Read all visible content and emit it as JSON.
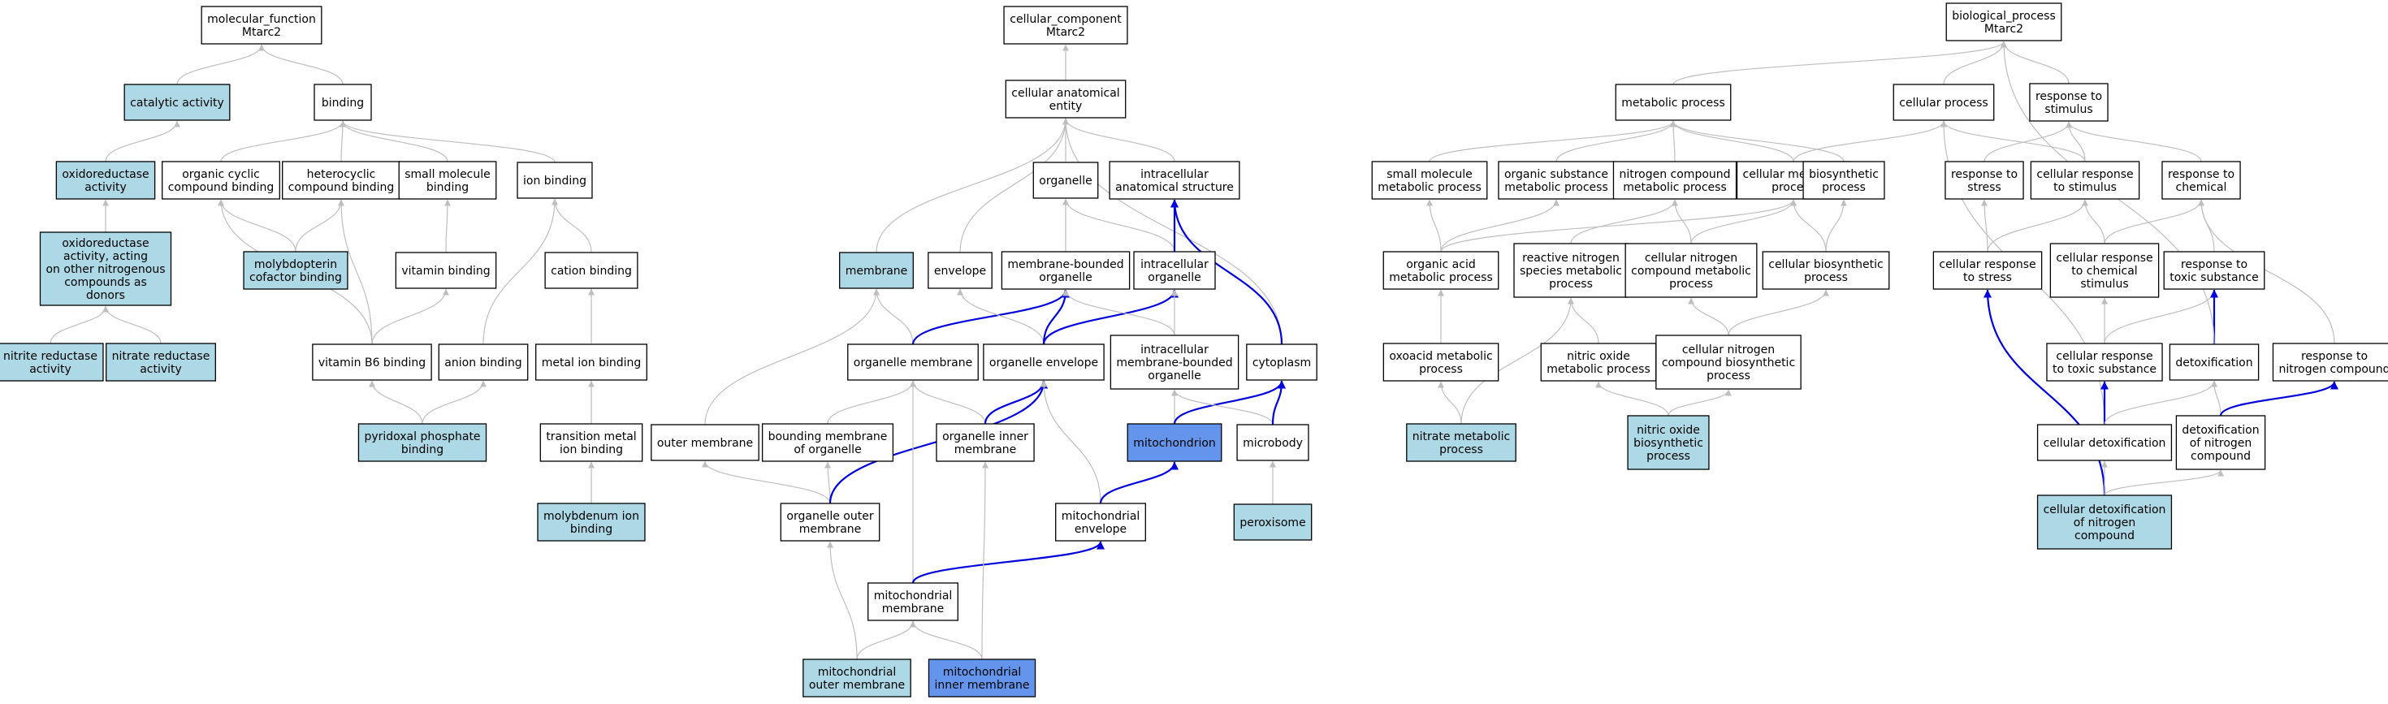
{
  "colors": {
    "default_fill": "#ffffff",
    "light_fill": "#add8e6",
    "dark_fill": "#6495ed",
    "node_stroke": "#000000",
    "edge_gray": "#bebebe",
    "edge_blue": "#0000dd"
  },
  "nodes": [
    {
      "id": "mf_root",
      "label": "molecular_function\nMtarc2",
      "fill": "default_fill"
    },
    {
      "id": "catalytic",
      "label": "catalytic activity",
      "fill": "light_fill"
    },
    {
      "id": "binding",
      "label": "binding",
      "fill": "default_fill"
    },
    {
      "id": "oxidoreductase",
      "label": "oxidoreductase\nactivity",
      "fill": "light_fill"
    },
    {
      "id": "oxido_n",
      "label": "oxidoreductase\nactivity, acting\non other nitrogenous\ncompounds as\ndonors",
      "fill": "light_fill"
    },
    {
      "id": "nitrite_red",
      "label": "nitrite reductase\nactivity",
      "fill": "light_fill"
    },
    {
      "id": "nitrate_red",
      "label": "nitrate reductase\nactivity",
      "fill": "light_fill"
    },
    {
      "id": "org_cyclic",
      "label": "organic cyclic\ncompound binding",
      "fill": "default_fill"
    },
    {
      "id": "heterocyclic",
      "label": "heterocyclic\ncompound binding",
      "fill": "default_fill"
    },
    {
      "id": "small_mol_bind",
      "label": "small molecule\nbinding",
      "fill": "default_fill"
    },
    {
      "id": "ion_binding",
      "label": "ion binding",
      "fill": "default_fill"
    },
    {
      "id": "molybdopterin",
      "label": "molybdopterin\ncofactor binding",
      "fill": "light_fill"
    },
    {
      "id": "vitamin_bind",
      "label": "vitamin binding",
      "fill": "default_fill"
    },
    {
      "id": "cation_bind",
      "label": "cation binding",
      "fill": "default_fill"
    },
    {
      "id": "vitb6",
      "label": "vitamin B6 binding",
      "fill": "default_fill"
    },
    {
      "id": "anion_bind",
      "label": "anion binding",
      "fill": "default_fill"
    },
    {
      "id": "metal_ion",
      "label": "metal ion binding",
      "fill": "default_fill"
    },
    {
      "id": "pyridoxal",
      "label": "pyridoxal phosphate\nbinding",
      "fill": "light_fill"
    },
    {
      "id": "transition_metal",
      "label": "transition metal\nion binding",
      "fill": "default_fill"
    },
    {
      "id": "molybdenum",
      "label": "molybdenum ion\nbinding",
      "fill": "light_fill"
    },
    {
      "id": "cc_root",
      "label": "cellular_component\nMtarc2",
      "fill": "default_fill"
    },
    {
      "id": "cae",
      "label": "cellular anatomical\nentity",
      "fill": "default_fill"
    },
    {
      "id": "organelle",
      "label": "organelle",
      "fill": "default_fill"
    },
    {
      "id": "intra_anat",
      "label": "intracellular\nanatomical structure",
      "fill": "default_fill"
    },
    {
      "id": "membrane",
      "label": "membrane",
      "fill": "light_fill"
    },
    {
      "id": "envelope",
      "label": "envelope",
      "fill": "default_fill"
    },
    {
      "id": "mbo",
      "label": "membrane-bounded\norganelle",
      "fill": "default_fill"
    },
    {
      "id": "intra_org",
      "label": "intracellular\norganelle",
      "fill": "default_fill"
    },
    {
      "id": "org_membrane",
      "label": "organelle membrane",
      "fill": "default_fill"
    },
    {
      "id": "org_envelope",
      "label": "organelle envelope",
      "fill": "default_fill"
    },
    {
      "id": "intra_mbo",
      "label": "intracellular\nmembrane-bounded\norganelle",
      "fill": "default_fill"
    },
    {
      "id": "cytoplasm",
      "label": "cytoplasm",
      "fill": "default_fill"
    },
    {
      "id": "outer_mem",
      "label": "outer membrane",
      "fill": "default_fill"
    },
    {
      "id": "bounding_mem",
      "label": "bounding membrane\nof organelle",
      "fill": "default_fill"
    },
    {
      "id": "org_inner",
      "label": "organelle inner\nmembrane",
      "fill": "default_fill"
    },
    {
      "id": "mitochondrion",
      "label": "mitochondrion",
      "fill": "dark_fill"
    },
    {
      "id": "microbody",
      "label": "microbody",
      "fill": "default_fill"
    },
    {
      "id": "org_outer",
      "label": "organelle outer\nmembrane",
      "fill": "default_fill"
    },
    {
      "id": "mito_env",
      "label": "mitochondrial\nenvelope",
      "fill": "default_fill"
    },
    {
      "id": "peroxisome",
      "label": "peroxisome",
      "fill": "light_fill"
    },
    {
      "id": "mito_mem",
      "label": "mitochondrial\nmembrane",
      "fill": "default_fill"
    },
    {
      "id": "mito_outer",
      "label": "mitochondrial\nouter membrane",
      "fill": "light_fill"
    },
    {
      "id": "mito_inner",
      "label": "mitochondrial\ninner membrane",
      "fill": "dark_fill"
    },
    {
      "id": "bp_root",
      "label": "biological_process\nMtarc2",
      "fill": "default_fill"
    },
    {
      "id": "metabolic",
      "label": "metabolic process",
      "fill": "default_fill"
    },
    {
      "id": "cellular_proc",
      "label": "cellular process",
      "fill": "default_fill"
    },
    {
      "id": "resp_stim",
      "label": "response to\nstimulus",
      "fill": "default_fill"
    },
    {
      "id": "small_mol_met",
      "label": "small molecule\nmetabolic process",
      "fill": "default_fill"
    },
    {
      "id": "org_subst",
      "label": "organic substance\nmetabolic process",
      "fill": "default_fill"
    },
    {
      "id": "nitro_comp_met",
      "label": "nitrogen compound\nmetabolic process",
      "fill": "default_fill"
    },
    {
      "id": "cell_met",
      "label": "cellular metabolic\nprocess",
      "fill": "default_fill"
    },
    {
      "id": "biosynth",
      "label": "biosynthetic\nprocess",
      "fill": "default_fill"
    },
    {
      "id": "resp_stress",
      "label": "response to\nstress",
      "fill": "default_fill"
    },
    {
      "id": "cell_resp_stim",
      "label": "cellular response\nto stimulus",
      "fill": "default_fill"
    },
    {
      "id": "resp_chem",
      "label": "response to\nchemical",
      "fill": "default_fill"
    },
    {
      "id": "org_acid",
      "label": "organic acid\nmetabolic process",
      "fill": "default_fill"
    },
    {
      "id": "rns_met",
      "label": "reactive nitrogen\nspecies metabolic\nprocess",
      "fill": "default_fill"
    },
    {
      "id": "cell_nitro_met",
      "label": "cellular nitrogen\ncompound metabolic\nprocess",
      "fill": "default_fill"
    },
    {
      "id": "cell_biosynth",
      "label": "cellular biosynthetic\nprocess",
      "fill": "default_fill"
    },
    {
      "id": "cell_resp_stress",
      "label": "cellular response\nto stress",
      "fill": "default_fill"
    },
    {
      "id": "cell_resp_chem",
      "label": "cellular response\nto chemical\nstimulus",
      "fill": "default_fill"
    },
    {
      "id": "resp_toxic",
      "label": "response to\ntoxic substance",
      "fill": "default_fill"
    },
    {
      "id": "oxoacid",
      "label": "oxoacid metabolic\nprocess",
      "fill": "default_fill"
    },
    {
      "id": "no_met",
      "label": "nitric oxide\nmetabolic process",
      "fill": "default_fill"
    },
    {
      "id": "cell_nitro_bios",
      "label": "cellular nitrogen\ncompound biosynthetic\nprocess",
      "fill": "default_fill"
    },
    {
      "id": "cell_resp_toxic",
      "label": "cellular response\nto toxic substance",
      "fill": "default_fill"
    },
    {
      "id": "detox",
      "label": "detoxification",
      "fill": "default_fill"
    },
    {
      "id": "resp_nitro",
      "label": "response to\nnitrogen compound",
      "fill": "default_fill"
    },
    {
      "id": "nitrate_met",
      "label": "nitrate metabolic\nprocess",
      "fill": "light_fill"
    },
    {
      "id": "no_bios",
      "label": "nitric oxide\nbiosynthetic\nprocess",
      "fill": "light_fill"
    },
    {
      "id": "cell_detox",
      "label": "cellular detoxification",
      "fill": "default_fill"
    },
    {
      "id": "detox_nitro",
      "label": "detoxification\nof nitrogen\ncompound",
      "fill": "default_fill"
    },
    {
      "id": "cell_detox_nitro",
      "label": "cellular detoxification\nof nitrogen\ncompound",
      "fill": "light_fill"
    }
  ],
  "edges": [
    [
      "catalytic",
      "mf_root",
      "gray"
    ],
    [
      "binding",
      "mf_root",
      "gray"
    ],
    [
      "oxidoreductase",
      "catalytic",
      "gray"
    ],
    [
      "oxido_n",
      "oxidoreductase",
      "gray"
    ],
    [
      "nitrite_red",
      "oxido_n",
      "gray"
    ],
    [
      "nitrate_red",
      "oxido_n",
      "gray"
    ],
    [
      "org_cyclic",
      "binding",
      "gray"
    ],
    [
      "heterocyclic",
      "binding",
      "gray"
    ],
    [
      "small_mol_bind",
      "binding",
      "gray"
    ],
    [
      "ion_binding",
      "binding",
      "gray"
    ],
    [
      "molybdopterin",
      "org_cyclic",
      "gray"
    ],
    [
      "molybdopterin",
      "heterocyclic",
      "gray"
    ],
    [
      "vitamin_bind",
      "small_mol_bind",
      "gray"
    ],
    [
      "cation_bind",
      "ion_binding",
      "gray"
    ],
    [
      "vitb6",
      "org_cyclic",
      "gray"
    ],
    [
      "vitb6",
      "heterocyclic",
      "gray"
    ],
    [
      "vitb6",
      "vitamin_bind",
      "gray"
    ],
    [
      "anion_bind",
      "ion_binding",
      "gray"
    ],
    [
      "metal_ion",
      "cation_bind",
      "gray"
    ],
    [
      "pyridoxal",
      "vitb6",
      "gray"
    ],
    [
      "pyridoxal",
      "anion_bind",
      "gray"
    ],
    [
      "transition_metal",
      "metal_ion",
      "gray"
    ],
    [
      "molybdenum",
      "transition_metal",
      "gray"
    ],
    [
      "cae",
      "cc_root",
      "gray"
    ],
    [
      "organelle",
      "cae",
      "gray"
    ],
    [
      "intra_anat",
      "cae",
      "gray"
    ],
    [
      "membrane",
      "cae",
      "gray"
    ],
    [
      "envelope",
      "cae",
      "gray"
    ],
    [
      "cytoplasm",
      "cae",
      "gray"
    ],
    [
      "mbo",
      "organelle",
      "gray"
    ],
    [
      "intra_org",
      "organelle",
      "gray"
    ],
    [
      "intra_org",
      "intra_anat",
      "blue"
    ],
    [
      "org_membrane",
      "membrane",
      "gray"
    ],
    [
      "org_membrane",
      "mbo",
      "blue"
    ],
    [
      "org_envelope",
      "envelope",
      "gray"
    ],
    [
      "org_envelope",
      "mbo",
      "blue"
    ],
    [
      "org_envelope",
      "intra_org",
      "blue"
    ],
    [
      "intra_mbo",
      "mbo",
      "gray"
    ],
    [
      "intra_mbo",
      "intra_org",
      "gray"
    ],
    [
      "cytoplasm",
      "intra_anat",
      "blue"
    ],
    [
      "outer_mem",
      "membrane",
      "gray"
    ],
    [
      "bounding_mem",
      "org_membrane",
      "gray"
    ],
    [
      "org_inner",
      "org_membrane",
      "gray"
    ],
    [
      "org_inner",
      "org_envelope",
      "blue"
    ],
    [
      "mitochondrion",
      "intra_mbo",
      "gray"
    ],
    [
      "mitochondrion",
      "cytoplasm",
      "blue"
    ],
    [
      "microbody",
      "intra_mbo",
      "gray"
    ],
    [
      "microbody",
      "cytoplasm",
      "blue"
    ],
    [
      "org_outer",
      "outer_mem",
      "gray"
    ],
    [
      "org_outer",
      "bounding_mem",
      "gray"
    ],
    [
      "org_outer",
      "org_envelope",
      "blue"
    ],
    [
      "mito_env",
      "org_envelope",
      "gray"
    ],
    [
      "mito_env",
      "mitochondrion",
      "blue"
    ],
    [
      "peroxisome",
      "microbody",
      "gray"
    ],
    [
      "mito_mem",
      "org_membrane",
      "gray"
    ],
    [
      "mito_mem",
      "mito_env",
      "blue"
    ],
    [
      "mito_outer",
      "org_outer",
      "gray"
    ],
    [
      "mito_outer",
      "mito_mem",
      "gray"
    ],
    [
      "mito_inner",
      "org_inner",
      "gray"
    ],
    [
      "mito_inner",
      "mito_mem",
      "gray"
    ],
    [
      "metabolic",
      "bp_root",
      "gray"
    ],
    [
      "cellular_proc",
      "bp_root",
      "gray"
    ],
    [
      "resp_stim",
      "bp_root",
      "gray"
    ],
    [
      "small_mol_met",
      "metabolic",
      "gray"
    ],
    [
      "org_subst",
      "metabolic",
      "gray"
    ],
    [
      "nitro_comp_met",
      "metabolic",
      "gray"
    ],
    [
      "cell_met",
      "metabolic",
      "gray"
    ],
    [
      "cell_met",
      "cellular_proc",
      "gray"
    ],
    [
      "biosynth",
      "metabolic",
      "gray"
    ],
    [
      "resp_stress",
      "resp_stim",
      "gray"
    ],
    [
      "cell_resp_stim",
      "resp_stim",
      "gray"
    ],
    [
      "cell_resp_stim",
      "cellular_proc",
      "gray"
    ],
    [
      "resp_chem",
      "resp_stim",
      "gray"
    ],
    [
      "org_acid",
      "small_mol_met",
      "gray"
    ],
    [
      "org_acid",
      "org_subst",
      "gray"
    ],
    [
      "org_acid",
      "cell_met",
      "gray"
    ],
    [
      "rns_met",
      "nitro_comp_met",
      "gray"
    ],
    [
      "cell_nitro_met",
      "nitro_comp_met",
      "gray"
    ],
    [
      "cell_nitro_met",
      "cell_met",
      "gray"
    ],
    [
      "cell_biosynth",
      "cell_met",
      "gray"
    ],
    [
      "cell_biosynth",
      "biosynth",
      "gray"
    ],
    [
      "cell_resp_stress",
      "resp_stress",
      "gray"
    ],
    [
      "cell_resp_stress",
      "cell_resp_stim",
      "gray"
    ],
    [
      "cell_resp_chem",
      "cell_resp_stim",
      "gray"
    ],
    [
      "cell_resp_chem",
      "resp_chem",
      "gray"
    ],
    [
      "resp_toxic",
      "resp_chem",
      "gray"
    ],
    [
      "oxoacid",
      "org_acid",
      "gray"
    ],
    [
      "no_met",
      "rns_met",
      "gray"
    ],
    [
      "cell_nitro_bios",
      "cell_nitro_met",
      "gray"
    ],
    [
      "cell_nitro_bios",
      "cell_biosynth",
      "gray"
    ],
    [
      "cell_resp_toxic",
      "cell_resp_chem",
      "gray"
    ],
    [
      "cell_resp_toxic",
      "resp_toxic",
      "gray"
    ],
    [
      "detox",
      "resp_toxic",
      "blue"
    ],
    [
      "detox",
      "bp_root",
      "gray"
    ],
    [
      "resp_nitro",
      "resp_chem",
      "gray"
    ],
    [
      "nitrate_met",
      "oxoacid",
      "gray"
    ],
    [
      "nitrate_met",
      "rns_met",
      "gray"
    ],
    [
      "no_bios",
      "no_met",
      "gray"
    ],
    [
      "no_bios",
      "cell_nitro_bios",
      "gray"
    ],
    [
      "cell_detox",
      "cellular_proc",
      "gray"
    ],
    [
      "cell_detox",
      "cell_resp_toxic",
      "blue"
    ],
    [
      "cell_detox",
      "detox",
      "gray"
    ],
    [
      "detox_nitro",
      "detox",
      "gray"
    ],
    [
      "detox_nitro",
      "resp_nitro",
      "blue"
    ],
    [
      "cell_detox_nitro",
      "cell_resp_stress",
      "blue"
    ],
    [
      "cell_detox_nitro",
      "cell_detox",
      "gray"
    ],
    [
      "cell_detox_nitro",
      "detox_nitro",
      "gray"
    ]
  ]
}
